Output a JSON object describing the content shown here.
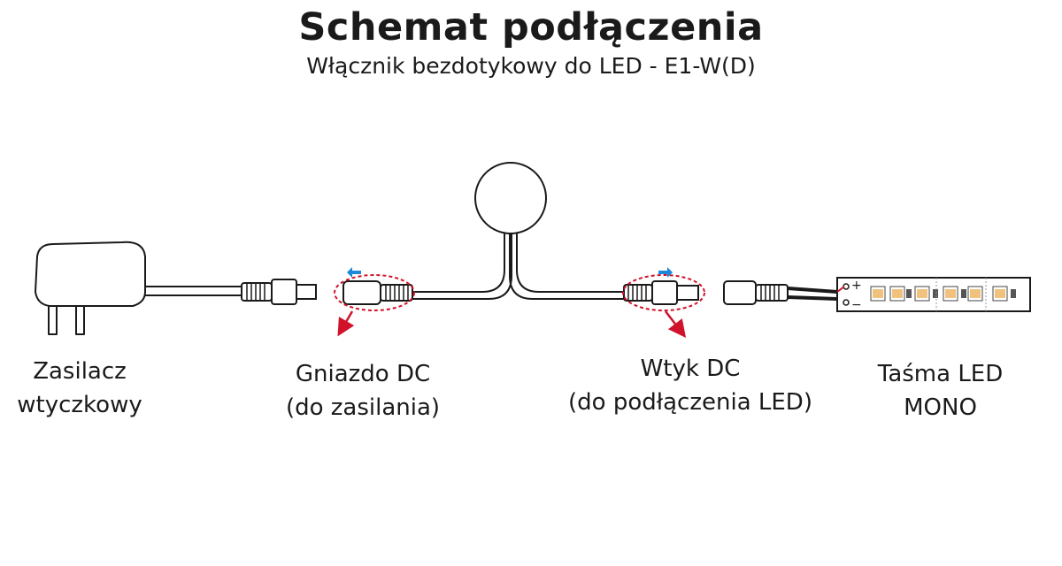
{
  "title": "Schemat podłączenia",
  "subtitle": "Włącznik bezdotykowy do LED - E1-W(D)",
  "labels": {
    "power_supply": [
      "Zasilacz",
      "wtyczkowy"
    ],
    "dc_socket": [
      "Gniazdo DC",
      "(do zasilania)"
    ],
    "dc_plug": [
      "Wtyk DC",
      "(do podłączenia LED)"
    ],
    "led_strip": [
      "Taśma LED",
      "MONO"
    ]
  },
  "strip_marks": {
    "plus": "+",
    "minus": "−"
  },
  "colors": {
    "line": "#1a1a1a",
    "highlight_red": "#d0132a",
    "arrow_blue": "#1e88d8"
  },
  "icons": [
    "power-supply-icon",
    "dc-jack-icon",
    "touch-sensor-icon",
    "dc-socket-icon",
    "dc-plug-icon",
    "led-strip-icon",
    "arrow-left-icon",
    "arrow-right-icon"
  ]
}
